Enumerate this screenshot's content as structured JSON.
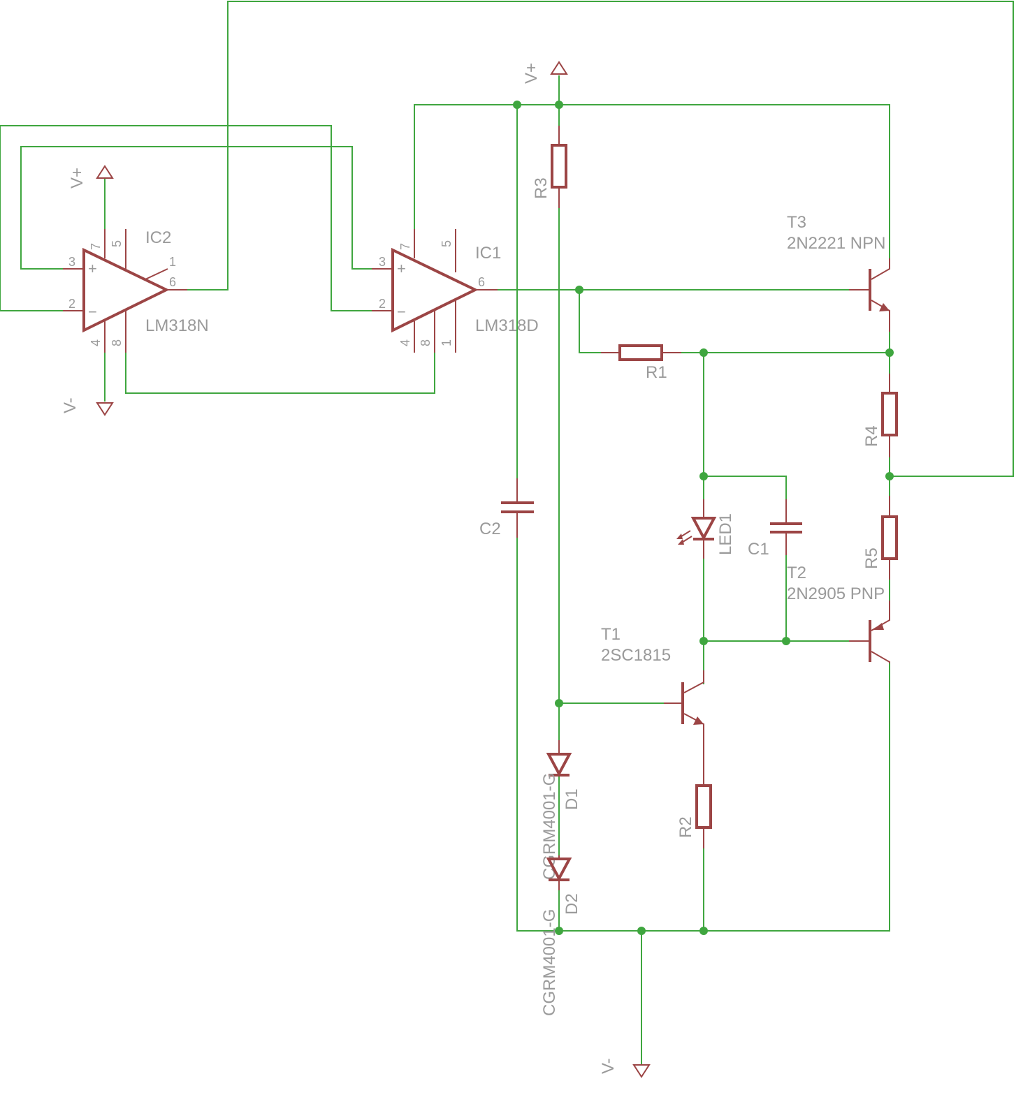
{
  "colors": {
    "wire": "#3fa63f",
    "part": "#9c4545",
    "text": "#9a9a9a"
  },
  "ic2": {
    "name": "IC2",
    "value": "LM318N",
    "pins": [
      "3",
      "2",
      "6",
      "1",
      "7",
      "5",
      "4",
      "8"
    ],
    "plus": "+",
    "minus": "−"
  },
  "ic1": {
    "name": "IC1",
    "value": "LM318D",
    "pins": [
      "3",
      "2",
      "6",
      "7",
      "5",
      "4",
      "8",
      "1"
    ],
    "plus": "+",
    "minus": "−"
  },
  "supply": {
    "vplus": "V+",
    "vminus": "V-"
  },
  "r1": "R1",
  "r2": "R2",
  "r3": "R3",
  "r4": "R4",
  "r5": "R5",
  "c1": "C1",
  "c2": "C2",
  "led1": "LED1",
  "t1": {
    "name": "T1",
    "value": "2SC1815"
  },
  "t2": {
    "name": "T2",
    "value": "2N2905 PNP"
  },
  "t3": {
    "name": "T3",
    "value": "2N2221 NPN"
  },
  "d1": {
    "name": "D1",
    "value": "CGRM4001-G"
  },
  "d2": {
    "name": "D2",
    "value": "CGRM4001-G"
  }
}
